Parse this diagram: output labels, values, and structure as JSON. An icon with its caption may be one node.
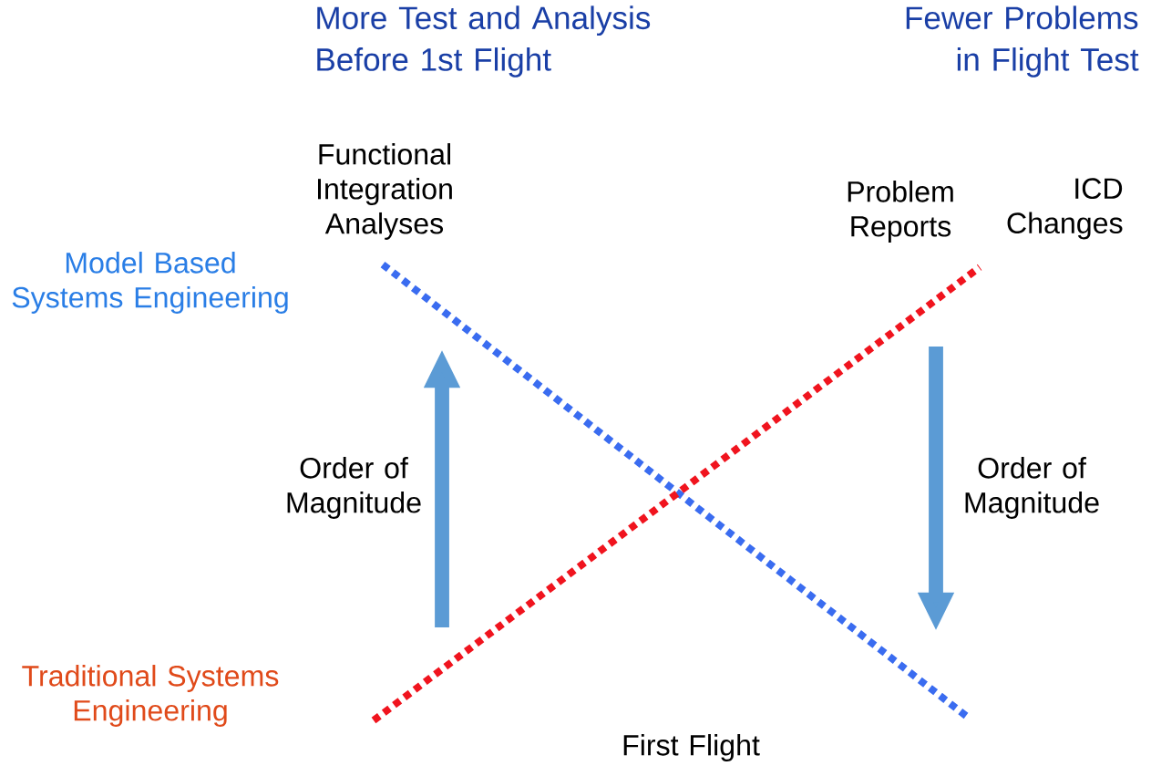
{
  "diagram": {
    "labels": [
      "More Test and Analysis Before 1st Flight",
      "Fewer Problems in Flight Test",
      "Functional Integration Analyses",
      "Problem Reports",
      "ICD Changes",
      "Model Based Systems Engineering",
      "Order of Magnitude",
      "Order of Magnitude",
      "Traditional Systems Engineering",
      "First Flight"
    ]
  }
}
